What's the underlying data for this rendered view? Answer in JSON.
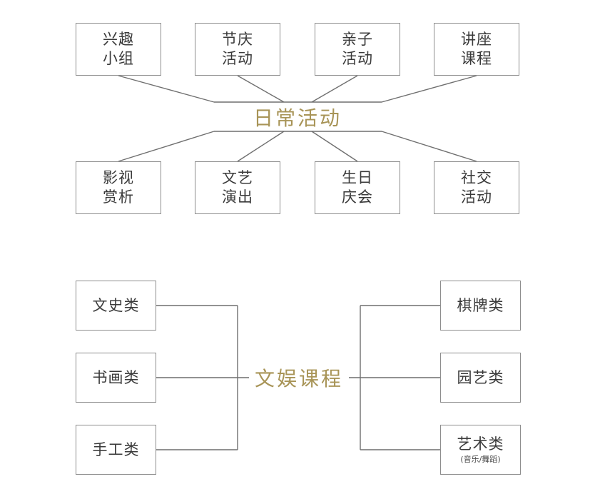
{
  "page": {
    "background_color": "#ffffff",
    "box_border_color": "#8d8d8d",
    "connector_color": "#6f6f6f",
    "text_color": "#3a3a3a",
    "hub_color": "#a89457"
  },
  "diagrams": [
    {
      "id": "daily-activities",
      "hub_label": "日常活动",
      "top_nodes": [
        {
          "line1": "兴趣",
          "line2": "小组"
        },
        {
          "line1": "节庆",
          "line2": "活动"
        },
        {
          "line1": "亲子",
          "line2": "活动"
        },
        {
          "line1": "讲座",
          "line2": "课程"
        }
      ],
      "bottom_nodes": [
        {
          "line1": "影视",
          "line2": "赏析"
        },
        {
          "line1": "文艺",
          "line2": "演出"
        },
        {
          "line1": "生日",
          "line2": "庆会"
        },
        {
          "line1": "社交",
          "line2": "活动"
        }
      ]
    },
    {
      "id": "culture-courses",
      "hub_label": "文娱课程",
      "left_nodes": [
        {
          "line1": "文史类",
          "sub": ""
        },
        {
          "line1": "书画类",
          "sub": ""
        },
        {
          "line1": "手工类",
          "sub": ""
        }
      ],
      "right_nodes": [
        {
          "line1": "棋牌类",
          "sub": ""
        },
        {
          "line1": "园艺类",
          "sub": ""
        },
        {
          "line1": "艺术类",
          "sub": "(音乐/舞蹈)"
        }
      ]
    }
  ]
}
